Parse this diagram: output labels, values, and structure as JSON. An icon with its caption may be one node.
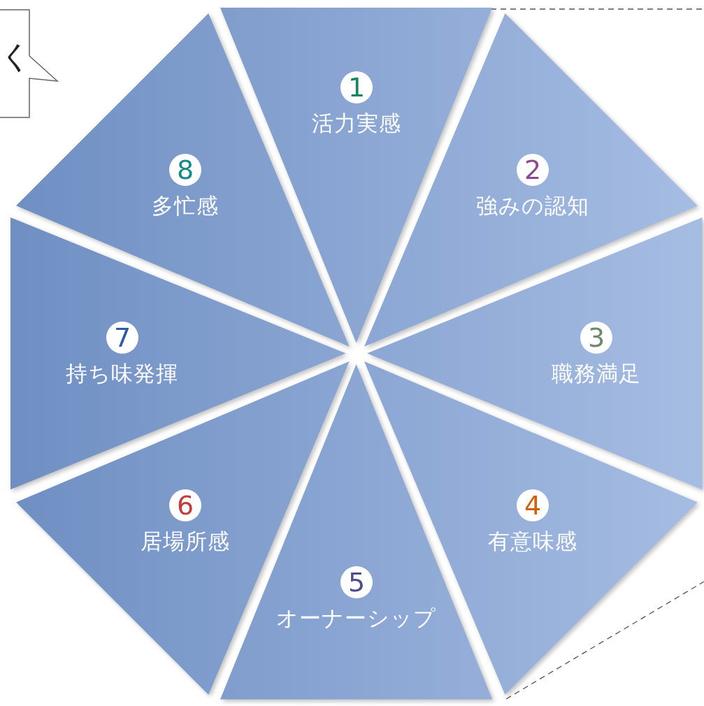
{
  "diagram": {
    "nodes": [
      {
        "text": [
          "く"
        ]
      },
      {
        "text": [
          "1",
          "活力実感"
        ]
      },
      {
        "text": [
          "2",
          "強みの認知"
        ]
      },
      {
        "text": [
          "3",
          "職務満足"
        ]
      },
      {
        "text": [
          "4",
          "有意味感"
        ]
      },
      {
        "text": [
          "5",
          "オーナーシップ"
        ]
      },
      {
        "text": [
          "6",
          "居場所感"
        ]
      },
      {
        "text": [
          "7",
          "持ち味発揮"
        ]
      },
      {
        "text": [
          "8",
          "多忙感"
        ]
      }
    ]
  }
}
